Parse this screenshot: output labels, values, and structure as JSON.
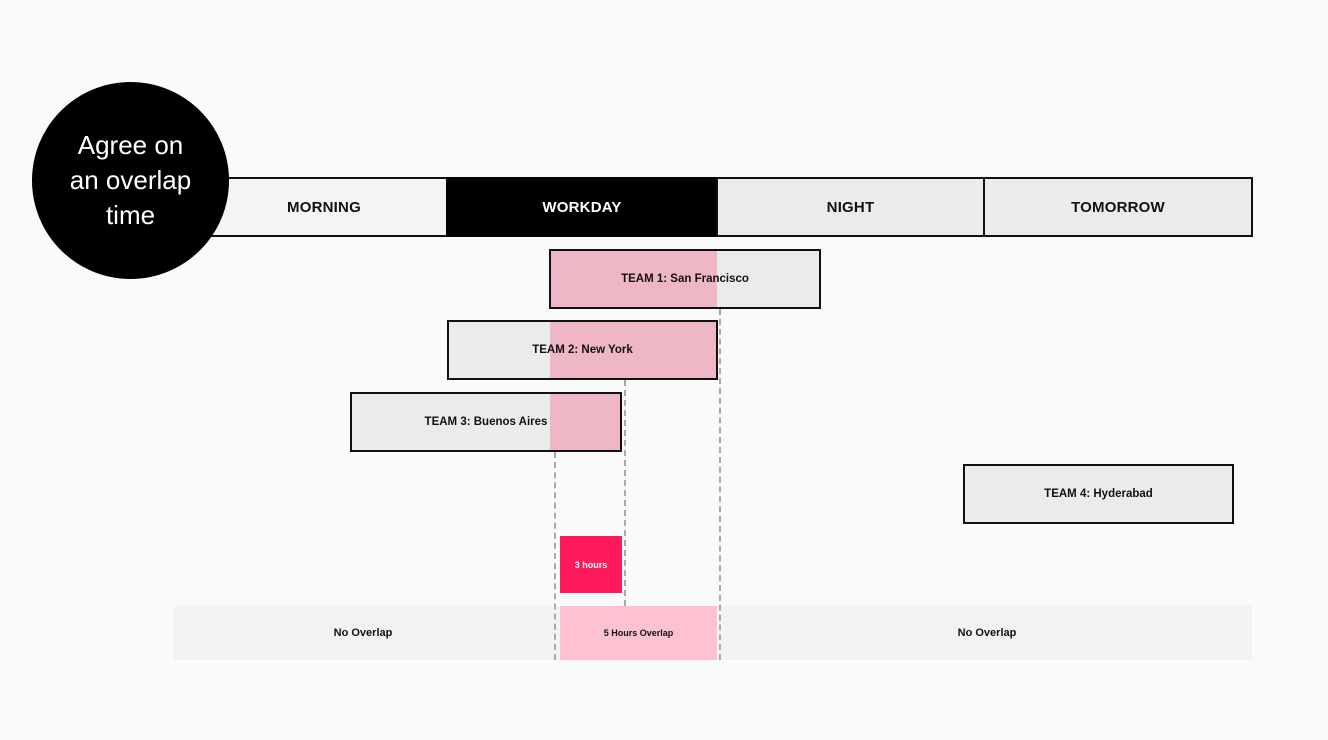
{
  "title": "Agree on\nan overlap\ntime",
  "timeline": {
    "morning": "MORNING",
    "workday": "WORKDAY",
    "night": "NIGHT",
    "tomorrow": "TOMORROW"
  },
  "teams": [
    {
      "label": "TEAM 1: San Francisco"
    },
    {
      "label": "TEAM 2: New York"
    },
    {
      "label": "TEAM 3: Buenos Aires"
    },
    {
      "label": "TEAM 4: Hyderabad"
    }
  ],
  "overlap_short": "3 hours",
  "summary": {
    "left": "No Overlap",
    "middle": "5 Hours Overlap",
    "right": "No Overlap"
  },
  "colors": {
    "overlap_highlight": "#efb7c6",
    "three_hours": "#ff1a5e",
    "five_hours_band": "#fcc2d2",
    "workday": "#000000"
  }
}
